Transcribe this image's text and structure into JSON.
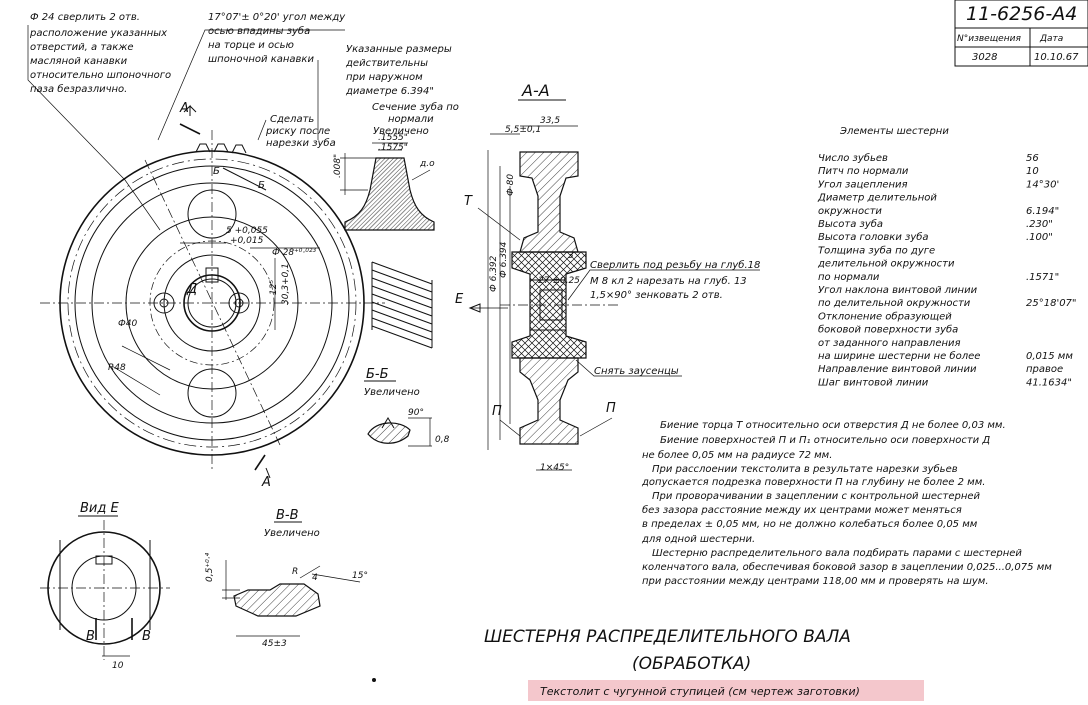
{
  "stamp": {
    "doc_number": "11-6256-А4",
    "col1_header": "N°извещения",
    "col2_header": "Дата",
    "col1_value": "3028",
    "col2_value": "10.10.67"
  },
  "notes": {
    "drill_line1": "Ф 24 сверлить 2 отв.",
    "drill_line2": "расположение указанных",
    "drill_line3": "отверстий, а также",
    "drill_line4": "масляной канавки",
    "drill_line5": "относительно шпоночного",
    "drill_line6": "паза безразлично.",
    "angle_line1": "17°07'± 0°20' угол между",
    "angle_line2": "осью впадины зуба",
    "angle_line3": "на торце и осью",
    "angle_line4": "шпоночной канавки",
    "sizes_line1": "Указанные размеры",
    "sizes_line2": "действительны",
    "sizes_line3": "при наружном",
    "sizes_line4": "диаметре 6.394\"",
    "tooth_sec_line1": "Сечение зуба по",
    "tooth_sec_line2": "нормали",
    "tooth_sec_line3": "Увеличено",
    "mark_line1": "Сделать",
    "mark_line2": "риску после",
    "mark_line3": "нарезки зуба",
    "thread_line1": "Сверлить под резьбу на глуб.18",
    "thread_line2": "М 8 кл 2 нарезать на глуб. 13",
    "thread_line3": "1,5×90° зенковать  2 отв.",
    "deburr": "Снять заусенцы"
  },
  "labels": {
    "section_aa": "А-А",
    "section_bb": "Б-Б",
    "section_bb_sub": "Увеличено",
    "section_vv": "В-В",
    "section_vv_sub": "Увеличено",
    "view_e": "Вид Е",
    "letter_a": "А",
    "letter_b": "Б",
    "letter_v": "В",
    "letter_e": "Е",
    "letter_d": "Д",
    "letter_t": "Т",
    "letter_p": "П",
    "letter_r": "R"
  },
  "dims": {
    "d_0055": "5 +0,055",
    "d_0015": "  +0,015",
    "d_phi28": "Ф 28⁺⁰·⁰²³",
    "d_phi40": "Ф40",
    "d_r48": "R48",
    "d_303": "30,3+0,1",
    "d_124": "12⁵",
    "d_335": "33,5",
    "d_55": "5,5±0,1",
    "d_phi6392": "Ф 6.392",
    "d_phi6394": "Ф 6.394",
    "d_phi80": "Ф 80",
    "d_1555a": ".1555\"",
    "d_1575": ".1575\"",
    "d_008": ".008\"",
    "d_do": "д.о",
    "d_27": "27 ±0,25",
    "d_3": "3",
    "d_1x45": "1×45°",
    "d_90": "90°",
    "d_08": "0,8",
    "d_05": "0,5⁺⁰·⁴",
    "d_10": "10",
    "d_45_3": "45±3",
    "d_15": "15°",
    "d_4": "4"
  },
  "gear_table": {
    "title": "Элементы шестерни",
    "rows": [
      {
        "label": "Число зубьев",
        "value": "56"
      },
      {
        "label": "Питч по нормали",
        "value": "10"
      },
      {
        "label": "Угол зацепления",
        "value": "14°30'"
      },
      {
        "label": "Диаметр делительной",
        "value": ""
      },
      {
        "label": "окружности",
        "value": "6.194\""
      },
      {
        "label": "Высота зуба",
        "value": ".230\""
      },
      {
        "label": "Высота головки зуба",
        "value": ".100\""
      },
      {
        "label": "Толщина зуба по дуге",
        "value": ""
      },
      {
        "label": "делительной окружности",
        "value": ""
      },
      {
        "label": "по нормали",
        "value": ".1571\""
      },
      {
        "label": "Угол наклона винтовой линии",
        "value": ""
      },
      {
        "label": "по делительной окружности",
        "value": "25°18'07\""
      },
      {
        "label": "Отклонение образующей",
        "value": ""
      },
      {
        "label": "боковой поверхности зуба",
        "value": ""
      },
      {
        "label": "от заданного направления",
        "value": ""
      },
      {
        "label": "на ширине шестерни не более",
        "value": "0,015 мм"
      },
      {
        "label": "Направление винтовой линии",
        "value": "правое"
      },
      {
        "label": "Шаг винтовой линии",
        "value": "41.1634\""
      }
    ]
  },
  "requirements": {
    "r1": "Биение торца Т относительно оси отверстия Д не более 0,03 мм.",
    "r2": "Биение поверхностей П и П₁ относительно оси поверхности Д",
    "r3": "не более 0,05 мм на радиусе 72 мм.",
    "r4": "При расслоении текстолита в результате нарезки зубьев",
    "r5": "допускается подрезка поверхности П на глубину не более 2 мм.",
    "r6": "При проворачивании в зацеплении с контрольной шестерней",
    "r7": "без зазора расстояние между их центрами может меняться",
    "r8": "в пределах ± 0,05 мм, но не должно колебаться более 0,05 мм",
    "r9": "для одной шестерни.",
    "r10": "Шестерню распределительного вала подбирать парами с шестерней",
    "r11": "коленчатого вала, обеспечивая боковой зазор в зацеплении 0,025...0,075 мм",
    "r12": "при расстоянии между центрами 118,00 мм и проверять на шум."
  },
  "title_block": {
    "title_line1": "ШЕСТЕРНЯ  РАСПРЕДЕЛИТЕЛЬНОГО  ВАЛА",
    "title_line2": "(ОБРАБОТКА)",
    "material": "Текстолит с чугунной ступицей (см чертеж заготовки)",
    "material_bg": "#f4c7cc"
  }
}
